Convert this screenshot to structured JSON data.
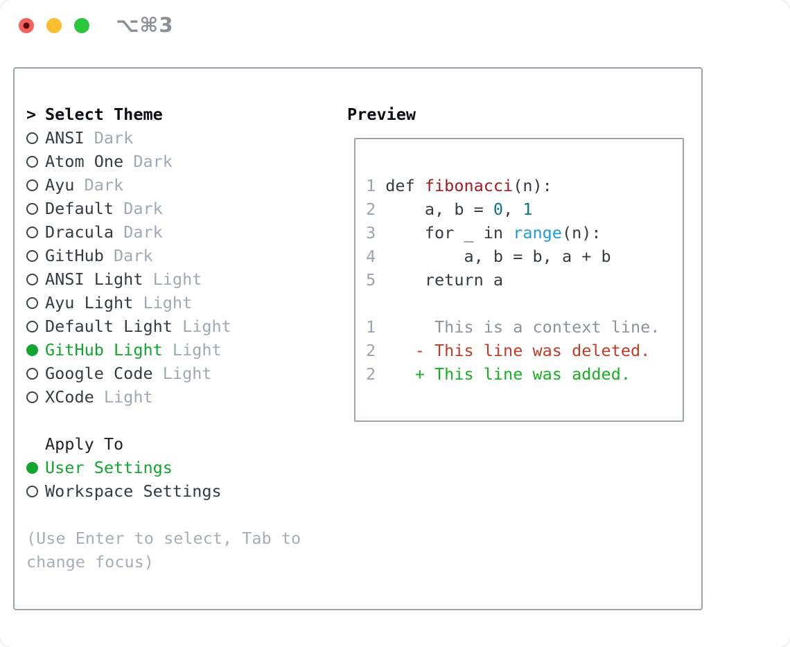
{
  "window": {
    "title": "⌥⌘3"
  },
  "theme_list": {
    "header": {
      "prefix": ">",
      "label": "Select Theme"
    },
    "items": [
      {
        "name": "ANSI",
        "variant": "Dark",
        "selected": false
      },
      {
        "name": "Atom One",
        "variant": "Dark",
        "selected": false
      },
      {
        "name": "Ayu",
        "variant": "Dark",
        "selected": false
      },
      {
        "name": "Default",
        "variant": "Dark",
        "selected": false
      },
      {
        "name": "Dracula",
        "variant": "Dark",
        "selected": false
      },
      {
        "name": "GitHub",
        "variant": "Dark",
        "selected": false
      },
      {
        "name": "ANSI Light",
        "variant": "Light",
        "selected": false
      },
      {
        "name": "Ayu Light",
        "variant": "Light",
        "selected": false
      },
      {
        "name": "Default Light",
        "variant": "Light",
        "selected": false
      },
      {
        "name": "GitHub Light",
        "variant": "Light",
        "selected": true
      },
      {
        "name": "Google Code",
        "variant": "Light",
        "selected": false
      },
      {
        "name": "XCode",
        "variant": "Light",
        "selected": false
      }
    ]
  },
  "apply_to": {
    "header": "Apply To",
    "options": [
      {
        "label": "User Settings",
        "selected": true
      },
      {
        "label": "Workspace Settings",
        "selected": false
      }
    ]
  },
  "help_text": "(Use Enter to select, Tab to\nchange focus)",
  "preview": {
    "title": "Preview",
    "code_lines": [
      {
        "num": "1",
        "tokens": [
          {
            "t": "def ",
            "c": "code"
          },
          {
            "t": "fibonacci",
            "c": "func"
          },
          {
            "t": "(n):",
            "c": "code"
          }
        ]
      },
      {
        "num": "2",
        "tokens": [
          {
            "t": "    a, b = ",
            "c": "code"
          },
          {
            "t": "0",
            "c": "num"
          },
          {
            "t": ", ",
            "c": "code"
          },
          {
            "t": "1",
            "c": "num"
          }
        ]
      },
      {
        "num": "3",
        "tokens": [
          {
            "t": "    for _ in ",
            "c": "code"
          },
          {
            "t": "range",
            "c": "builtin"
          },
          {
            "t": "(n):",
            "c": "code"
          }
        ]
      },
      {
        "num": "4",
        "tokens": [
          {
            "t": "        a, b = b, a + b",
            "c": "code"
          }
        ]
      },
      {
        "num": "5",
        "tokens": [
          {
            "t": "    return a",
            "c": "code"
          }
        ]
      }
    ],
    "diff_lines": [
      {
        "num": "1",
        "tokens": [
          {
            "t": "     This is a context line.",
            "c": "context"
          }
        ]
      },
      {
        "num": "2",
        "tokens": [
          {
            "t": "   - This line was deleted.",
            "c": "deleted"
          }
        ]
      },
      {
        "num": "2",
        "tokens": [
          {
            "t": "   + This line was added.",
            "c": "added"
          }
        ]
      }
    ]
  },
  "colors": {
    "accent_green": "#12a52f",
    "panel_border": "#9aa3ae",
    "text_dark": "#343b42",
    "text_bold": "#0c0f12",
    "muted_gray": "#9fa9b6",
    "help_gray": "#a7aeb9",
    "line_number": "#9aa5b3",
    "syntax_function_red": "#a31b22",
    "syntax_number_teal": "#0e7580",
    "syntax_builtin_blue": "#1d9cd9",
    "diff_context": "#8d9399",
    "diff_deleted": "#c43a26",
    "diff_added": "#17b022",
    "traffic_red": "#f4615c",
    "traffic_yellow": "#fcbd2f",
    "traffic_green": "#2dc73f"
  }
}
